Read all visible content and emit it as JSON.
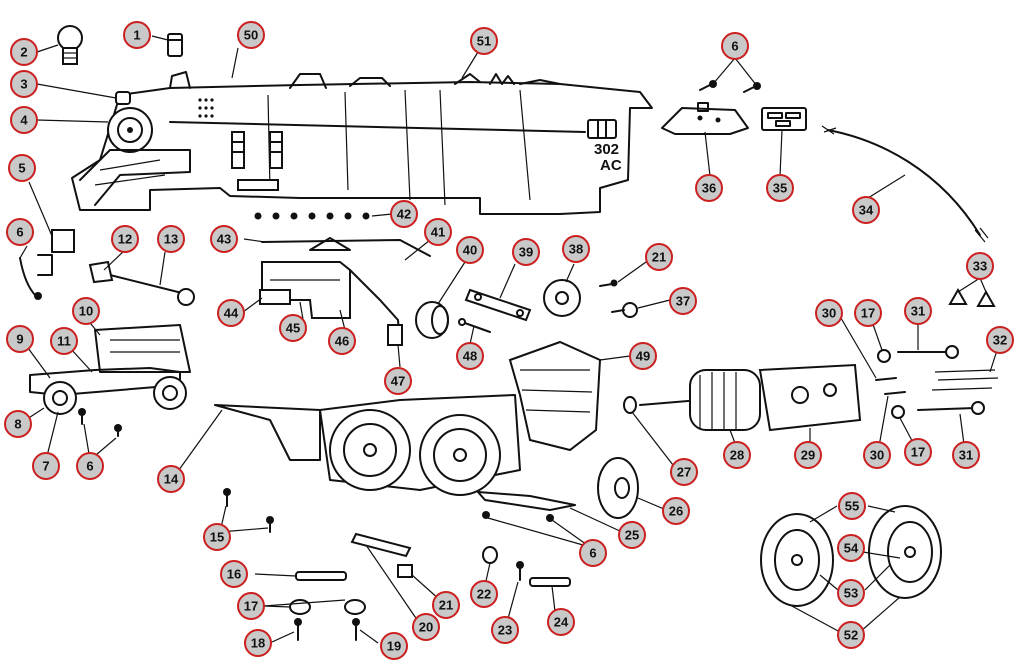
{
  "cab_number": "302",
  "cab_suffix": "AC",
  "part_labels": [
    "1",
    "2",
    "3",
    "4",
    "5",
    "6",
    "6",
    "6",
    "6",
    "7",
    "8",
    "9",
    "10",
    "11",
    "12",
    "13",
    "14",
    "15",
    "16",
    "17",
    "17",
    "17",
    "18",
    "19",
    "20",
    "21",
    "21",
    "22",
    "23",
    "24",
    "25",
    "26",
    "27",
    "28",
    "29",
    "30",
    "30",
    "31",
    "31",
    "32",
    "33",
    "34",
    "35",
    "36",
    "37",
    "38",
    "39",
    "40",
    "41",
    "42",
    "43",
    "44",
    "45",
    "46",
    "47",
    "48",
    "49",
    "50",
    "51",
    "52",
    "53",
    "54",
    "55"
  ],
  "colors": {
    "label_fill": "#c9c9c9",
    "label_ring": "#cc1f1f",
    "ink": "#111111"
  }
}
